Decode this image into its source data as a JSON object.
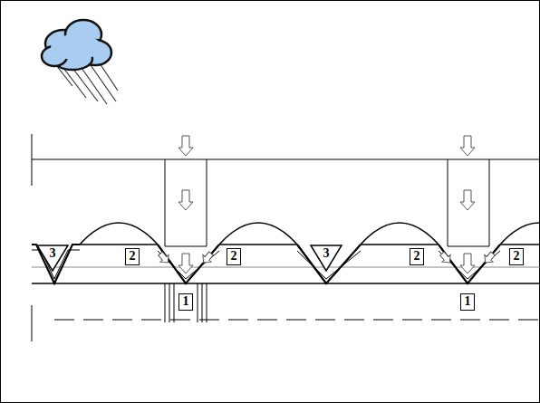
{
  "diagram": {
    "nodes": [
      {
        "text": [
          "3"
        ]
      },
      {
        "text": [
          "2"
        ]
      },
      {
        "text": [
          "2"
        ]
      },
      {
        "text": [
          "3"
        ]
      },
      {
        "text": [
          "2"
        ]
      },
      {
        "text": [
          "2"
        ]
      },
      {
        "text": [
          "1"
        ]
      },
      {
        "text": [
          "1"
        ]
      }
    ]
  }
}
